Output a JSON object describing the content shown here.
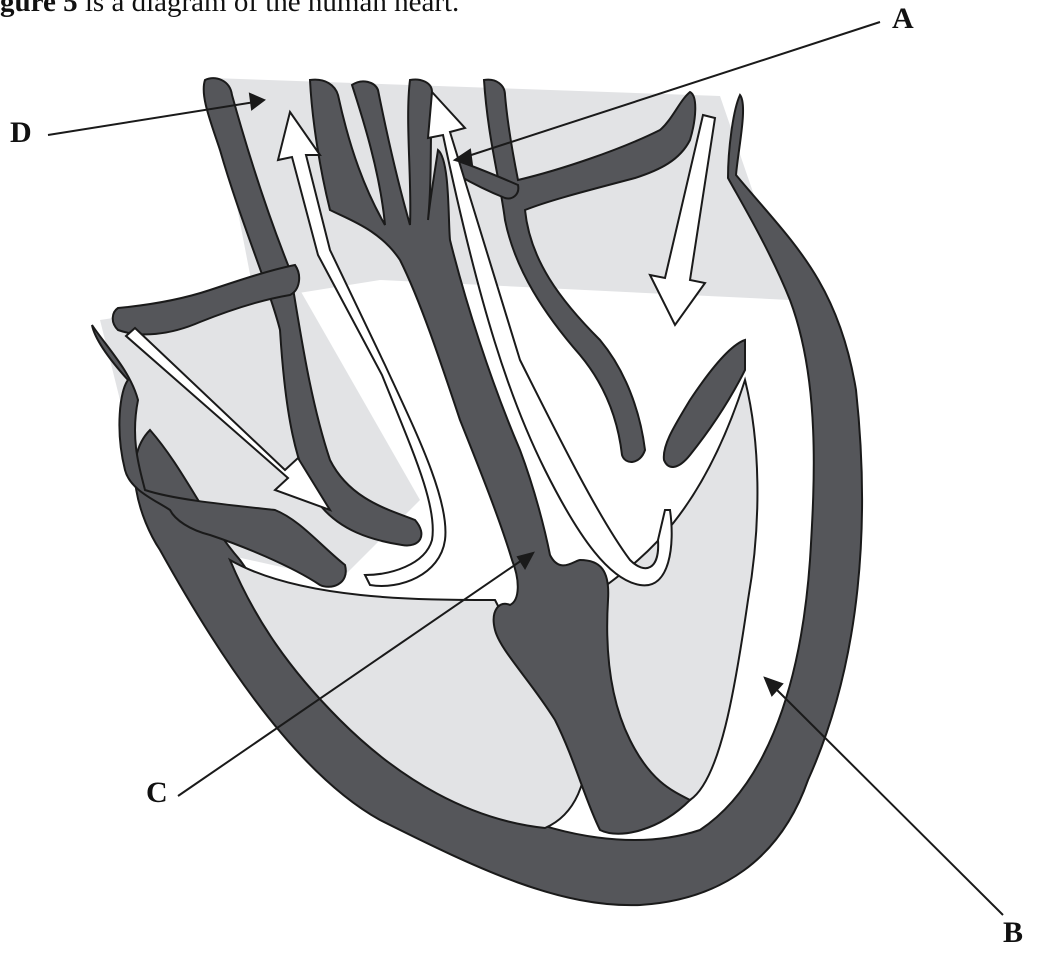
{
  "caption": {
    "bold_part": "gure 5",
    "rest": " is a diagram of the human heart."
  },
  "labels": {
    "a": "A",
    "b": "B",
    "c": "C",
    "d": "D"
  },
  "colors": {
    "muscle": "#55565a",
    "chamber": "#e2e3e5",
    "outline": "#1a1a1a"
  }
}
